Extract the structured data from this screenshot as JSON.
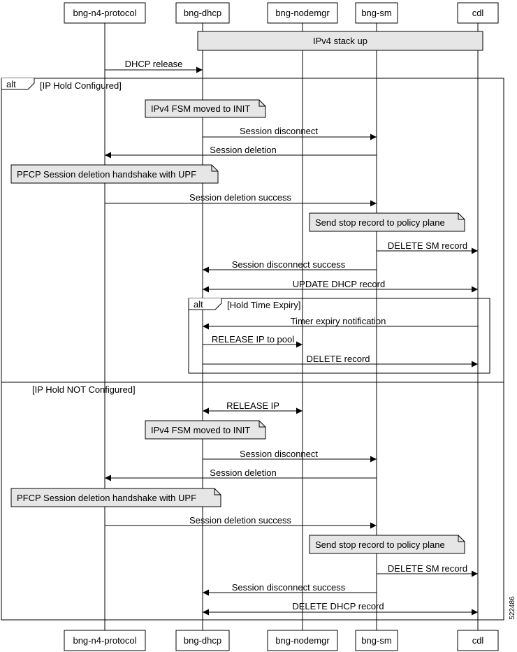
{
  "participants": [
    {
      "id": "n4",
      "label": "bng-n4-protocol"
    },
    {
      "id": "dhcp",
      "label": "bng-dhcp"
    },
    {
      "id": "nodemgr",
      "label": "bng-nodemgr"
    },
    {
      "id": "sm",
      "label": "bng-sm"
    },
    {
      "id": "cdl",
      "label": "cdl"
    }
  ],
  "banner": {
    "label": "IPv4 stack up"
  },
  "messages": [
    {
      "from": "n4",
      "to": "dhcp",
      "label": "DHCP release"
    },
    {
      "from": "dhcp",
      "to": "sm",
      "label": "Session disconnect"
    },
    {
      "from": "sm",
      "to": "n4",
      "label": "Session deletion"
    },
    {
      "from": "n4",
      "to": "sm",
      "label": "Session deletion success"
    },
    {
      "from": "sm",
      "to": "cdl",
      "label": "DELETE SM record"
    },
    {
      "from": "sm",
      "to": "dhcp",
      "label": "Session disconnect success"
    },
    {
      "from": "dhcp",
      "to": "cdl",
      "label": "UPDATE DHCP record",
      "both": true
    },
    {
      "from": "cdl",
      "to": "dhcp",
      "label": "Timer expiry notification"
    },
    {
      "from": "dhcp",
      "to": "nodemgr",
      "label": "RELEASE IP to pool"
    },
    {
      "from": "dhcp",
      "to": "cdl",
      "label": "DELETE record"
    },
    {
      "from": "dhcp",
      "to": "nodemgr",
      "label": "RELEASE IP",
      "both": true
    },
    {
      "from": "dhcp",
      "to": "sm",
      "label": "Session disconnect"
    },
    {
      "from": "sm",
      "to": "n4",
      "label": "Session deletion"
    },
    {
      "from": "n4",
      "to": "sm",
      "label": "Session deletion success"
    },
    {
      "from": "sm",
      "to": "cdl",
      "label": "DELETE SM record"
    },
    {
      "from": "sm",
      "to": "dhcp",
      "label": "Session disconnect success"
    },
    {
      "from": "dhcp",
      "to": "cdl",
      "label": "DELETE DHCP record",
      "both": true
    }
  ],
  "notes": [
    {
      "label": "IPv4 FSM moved to INIT"
    },
    {
      "label": "PFCP Session deletion handshake with UPF"
    },
    {
      "label": "Send stop record to policy plane"
    },
    {
      "label": "IPv4 FSM moved to INIT"
    },
    {
      "label": "PFCP Session deletion handshake with UPF"
    },
    {
      "label": "Send stop record to policy plane"
    }
  ],
  "fragments": {
    "outer": {
      "keyword": "alt",
      "guard": "[IP Hold Configured]",
      "else_guard": "[IP Hold NOT Configured]"
    },
    "inner": {
      "keyword": "alt",
      "guard": "[Hold Time Expiry]"
    }
  },
  "figure_id": "522486",
  "colors": {
    "line": "#000000",
    "fill": "#e6e6e6",
    "background": "#ffffff"
  }
}
